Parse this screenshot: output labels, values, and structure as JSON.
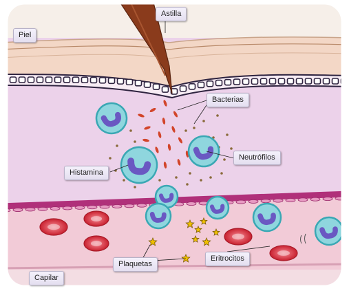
{
  "labels": {
    "astilla": "Astilla",
    "piel": "Piel",
    "bacterias": "Bacterias",
    "neutrofilos": "Neutrófilos",
    "histamina": "Histamina",
    "plaquetas": "Plaquetas",
    "eritrocitos": "Eritrocitos",
    "capilar": "Capilar"
  },
  "colors": {
    "skin": "#f3d7c6",
    "tissue": "#ecd2ea",
    "epidermis_cells": "#2f2440",
    "splinter": "#8a3b1c",
    "vessel_wall": "#b0307a",
    "blood_plasma": "#f2cbd7",
    "erythrocyte": "#d8303e",
    "neutrophil_cytoplasm": "#8fd6de",
    "neutrophil_nucleus": "#6a58c2",
    "bacteria": "#d2452a",
    "histamine": "#8a6a3a",
    "platelet": "#f0c000"
  }
}
